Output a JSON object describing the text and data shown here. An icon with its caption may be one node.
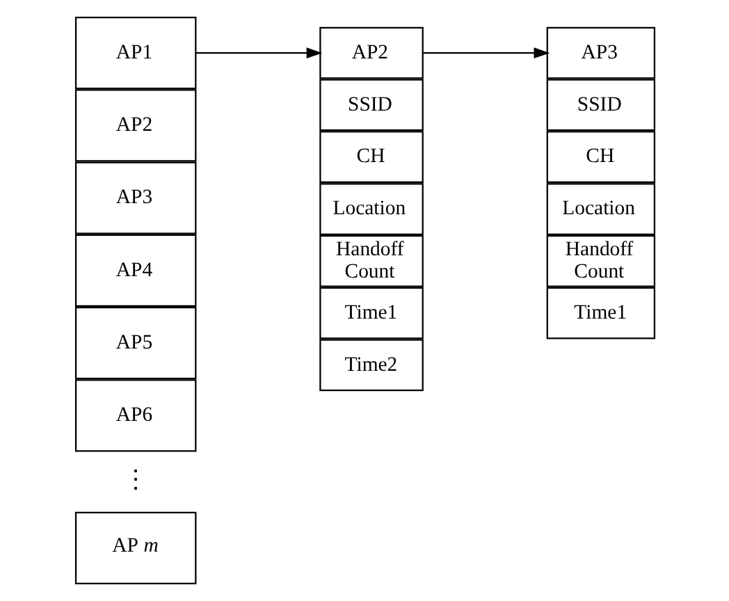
{
  "diagram": {
    "nodes": [
      {
        "text": [
          "AP1"
        ]
      },
      {
        "text": [
          "AP2"
        ]
      },
      {
        "text": [
          "AP3"
        ]
      },
      {
        "text": [
          "AP4"
        ]
      },
      {
        "text": [
          "AP5"
        ]
      },
      {
        "text": [
          "AP6"
        ]
      },
      {
        "text": [
          "AP *m*"
        ]
      },
      {
        "text": [
          "AP2"
        ]
      },
      {
        "text": [
          "SSID"
        ]
      },
      {
        "text": [
          "CH"
        ]
      },
      {
        "text": [
          "Location"
        ]
      },
      {
        "text": [
          "Handoff Count"
        ]
      },
      {
        "text": [
          "Time1"
        ]
      },
      {
        "text": [
          "Time2"
        ]
      },
      {
        "text": [
          "AP3"
        ]
      },
      {
        "text": [
          "SSID"
        ]
      },
      {
        "text": [
          "CH"
        ]
      },
      {
        "text": [
          "Location"
        ]
      },
      {
        "text": [
          "Handoff Count"
        ]
      },
      {
        "text": [
          "Time1"
        ]
      }
    ],
    "edges": [
      {
        "from": 0,
        "to": 7,
        "arrow": "to"
      },
      {
        "from": 7,
        "to": 14,
        "arrow": "to"
      }
    ],
    "labels": [
      "⋮"
    ]
  }
}
